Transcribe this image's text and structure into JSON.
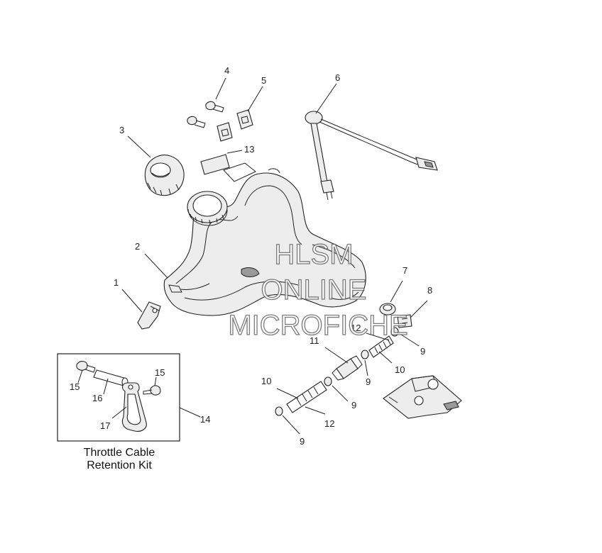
{
  "callouts": {
    "c1": "1",
    "c2": "2",
    "c3": "3",
    "c4": "4",
    "c5": "5",
    "c6": "6",
    "c7": "7",
    "c8": "8",
    "c9a": "9",
    "c9b": "9",
    "c9c": "9",
    "c9d": "9",
    "c10a": "10",
    "c10b": "10",
    "c11": "11",
    "c12a": "12",
    "c12b": "12",
    "c13": "13",
    "c14": "14",
    "c15a": "15",
    "c15b": "15",
    "c16": "16",
    "c17": "17"
  },
  "kit": {
    "caption_line1": "Throttle Cable",
    "caption_line2": "Retention Kit"
  },
  "watermark": {
    "line1": "HLSM",
    "line2": "ONLINE",
    "line3": "MICROFICHE"
  }
}
